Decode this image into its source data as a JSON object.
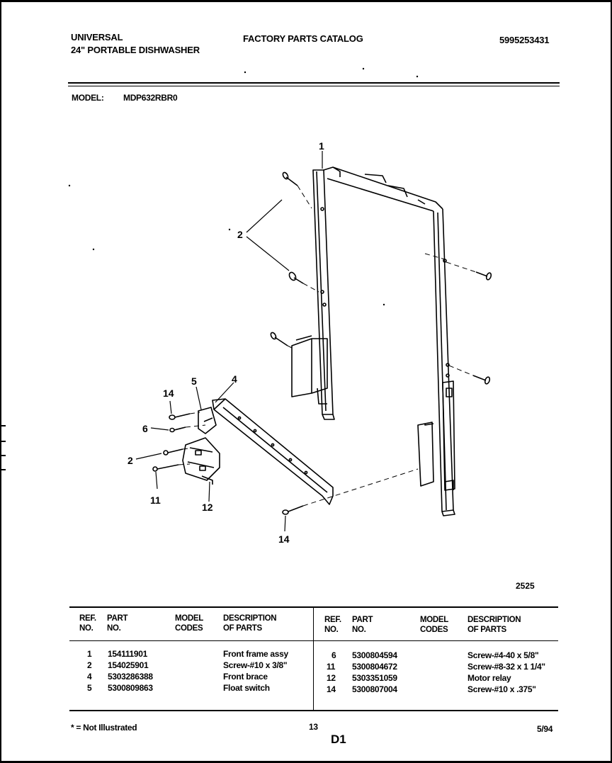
{
  "header": {
    "brand": "UNIVERSAL",
    "product": "24\" PORTABLE DISHWASHER",
    "catalog": "FACTORY PARTS CATALOG",
    "doc_number": "5995253431",
    "model_label": "MODEL:",
    "model_value": "MDP632RBR0"
  },
  "diagram": {
    "callouts": [
      "1",
      "2",
      "4",
      "5",
      "14",
      "6",
      "2",
      "11",
      "12",
      "14"
    ],
    "figure_number": "2525"
  },
  "table": {
    "headers": {
      "ref": [
        "REF.",
        "NO."
      ],
      "part": [
        "PART",
        "NO."
      ],
      "codes": [
        "MODEL",
        "CODES"
      ],
      "desc": [
        "DESCRIPTION",
        "OF PARTS"
      ]
    },
    "left_rows": [
      {
        "ref": "1",
        "part": "154111901",
        "code": "",
        "desc": "Front frame assy"
      },
      {
        "ref": "2",
        "part": "154025901",
        "code": "",
        "desc": "Screw-#10 x 3/8\""
      },
      {
        "ref": "4",
        "part": "5303286388",
        "code": "",
        "desc": "Front brace"
      },
      {
        "ref": "5",
        "part": "5300809863",
        "code": "",
        "desc": "Float switch"
      }
    ],
    "right_rows": [
      {
        "ref": "6",
        "part": "5300804594",
        "code": "",
        "desc": "Screw-#4-40 x 5/8\""
      },
      {
        "ref": "11",
        "part": "5300804672",
        "code": "",
        "desc": "Screw-#8-32 x 1 1/4\""
      },
      {
        "ref": "12",
        "part": "5303351059",
        "code": "",
        "desc": "Motor relay"
      },
      {
        "ref": "14",
        "part": "5300807004",
        "code": "",
        "desc": "Screw-#10 x .375\""
      }
    ]
  },
  "footer": {
    "note": "* = Not Illustrated",
    "page": "13",
    "section": "D1",
    "date": "5/94"
  }
}
